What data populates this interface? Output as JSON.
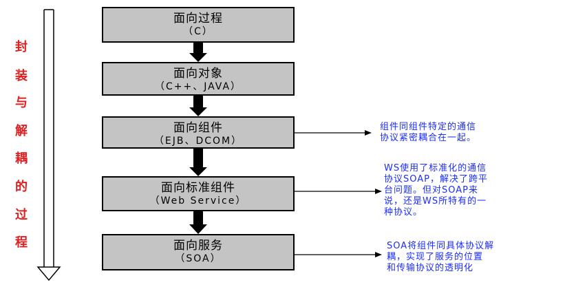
{
  "sidebar": [
    "封",
    "装",
    "与",
    "解",
    "耦",
    "的",
    "过",
    "程"
  ],
  "stages": [
    {
      "title": "面向过程",
      "sub": "（C）"
    },
    {
      "title": "面向对象",
      "sub": "（C++、JAVA）"
    },
    {
      "title": "面向组件",
      "sub": "（EJB、DCOM）"
    },
    {
      "title": "面向标准组件",
      "sub": "（Web Service）"
    },
    {
      "title": "面向服务",
      "sub": "（SOA）"
    }
  ],
  "notes": [
    [
      "组件同组件特定的通信",
      "协议紧密耦合在一起。"
    ],
    [
      "WS使用了标准化的通信",
      "协议SOAP，解决了跨平",
      "台问题。但对SOAP来",
      "说，还是WS所特有的一",
      "种协议。"
    ],
    [
      "SOA将组件同具体协议解",
      "耦，实现了服务的位置",
      "和传输协议的透明化"
    ]
  ],
  "colors": {
    "sidebar_text": "#e02020",
    "note_text": "#1a2cff",
    "box_fill": "#c4c4c4"
  }
}
